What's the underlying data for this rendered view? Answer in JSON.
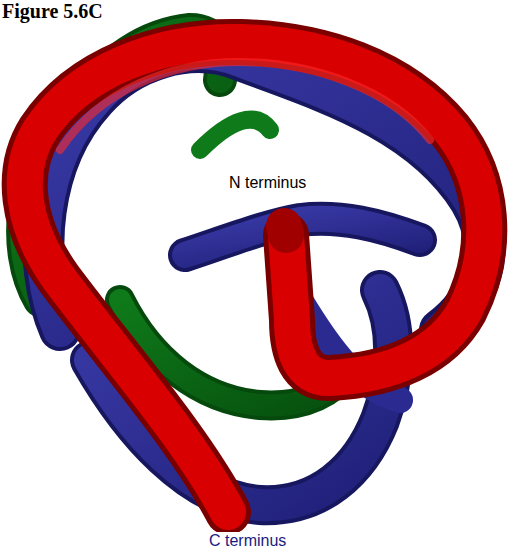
{
  "diagram": {
    "title": "Figure 5.6C",
    "labels": [
      "N terminus",
      "C terminus"
    ]
  }
}
